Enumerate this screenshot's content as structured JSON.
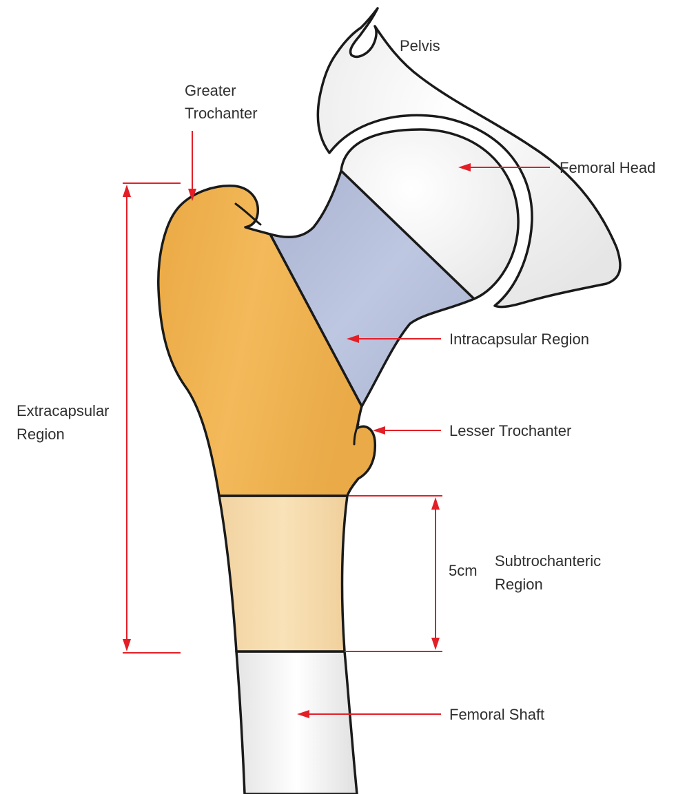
{
  "labels": {
    "pelvis": "Pelvis",
    "greater_trochanter_line1": "Greater",
    "greater_trochanter_line2": "Trochanter",
    "femoral_head": "Femoral Head",
    "intracapsular_region": "Intracapsular Region",
    "extracapsular_line1": "Extracapsular",
    "extracapsular_line2": "Region",
    "lesser_trochanter": "Lesser Trochanter",
    "measurement": "5cm",
    "subtrochanteric_line1": "Subtrochanteric",
    "subtrochanteric_line2": "Region",
    "femoral_shaft": "Femoral Shaft"
  },
  "colors": {
    "pointer": "#e41e26",
    "extracapsular_fill": "#efb452",
    "intracapsular_fill": "#b8c1dc",
    "subtrochanteric_fill": "#f7dcae",
    "bone_white": "#ffffff",
    "outline": "#1a1a1a"
  }
}
